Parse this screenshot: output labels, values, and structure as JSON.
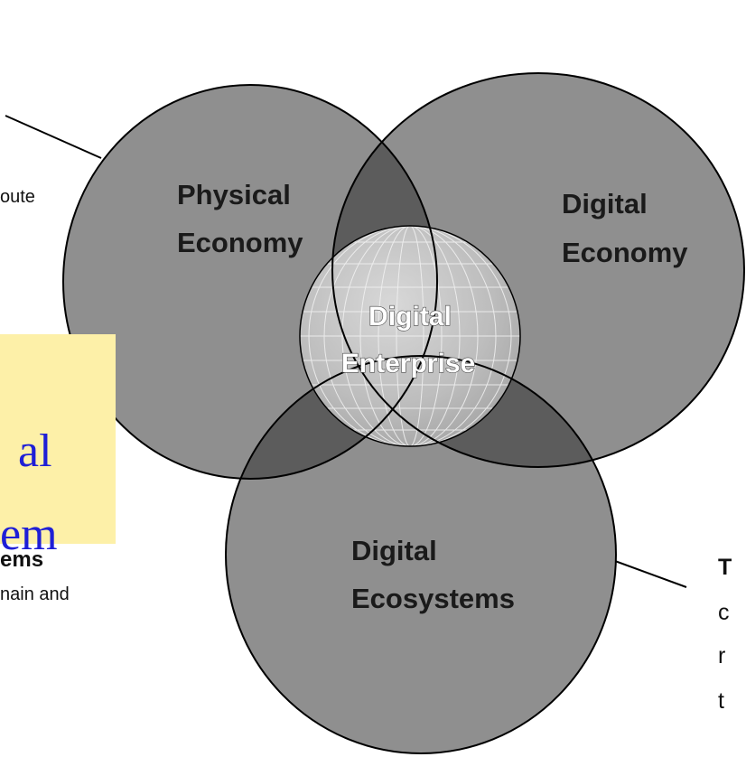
{
  "diagram": {
    "circles": {
      "physical": {
        "label_line1": "Physical",
        "label_line2": "Economy"
      },
      "digital_economy": {
        "label_line1": "Digital",
        "label_line2": "Economy"
      },
      "ecosystems": {
        "label_line1": "Digital",
        "label_line2": "Ecosystems"
      },
      "enterprise": {
        "label_line1": "Digital",
        "label_line2": "Enterprise"
      }
    },
    "colors": {
      "circle_fill": "#8f8f8f",
      "overlap_fill": "#5c5c5c",
      "globe_fill": "#b9b9b9",
      "outline": "#000000"
    }
  },
  "left_annotation": {
    "fragment_top": "oute",
    "fragment_bottom_bold": "ems",
    "fragment_bottom": "nain and"
  },
  "right_annotation": {
    "lines": [
      "T",
      "c",
      "r",
      "t"
    ]
  },
  "highlight_box": {
    "line1": "al",
    "line2": "em"
  }
}
